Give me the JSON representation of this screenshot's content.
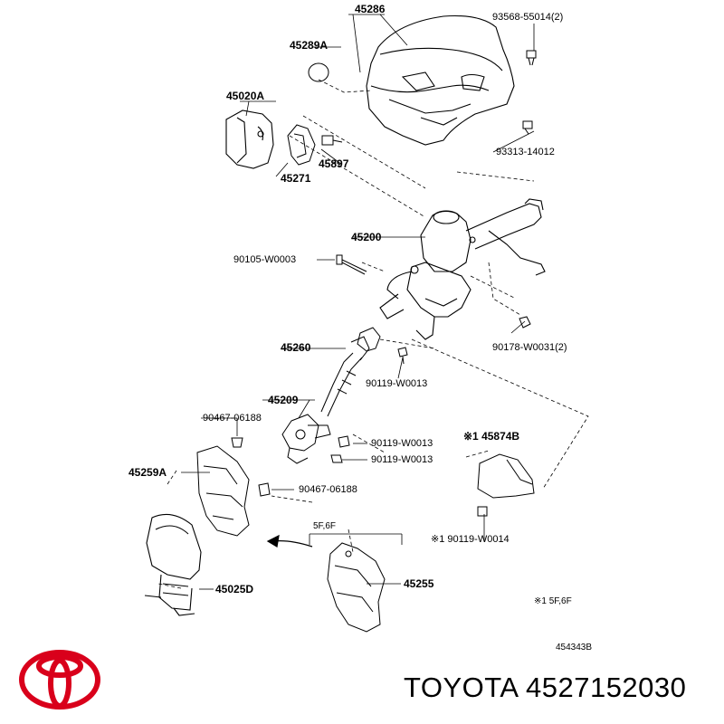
{
  "parts": {
    "p45286": "45286",
    "p45289A": "45289A",
    "p93568": "93568-55014(2)",
    "p45020A": "45020A",
    "p93313": "93313-14012",
    "p45897": "45897",
    "p45271": "45271",
    "p45200": "45200",
    "p90105": "90105-W0003",
    "p90178": "90178-W0031(2)",
    "p45260": "45260",
    "p90119a": "90119-W0013",
    "p45209": "45209",
    "p90467a": "90467-06188",
    "p90119b": "90119-W0013",
    "p90119c": "90119-W0013",
    "p45874B": "※1 45874B",
    "p45259A": "45259A",
    "p90467b": "90467-06188",
    "p5F6F": "5F,6F",
    "p90119d": "※1 90119-W0014",
    "p45255": "45255",
    "p45025D": "45025D",
    "note": "※1 5F,6F",
    "diagram_id": "454343B"
  },
  "brand": {
    "text": "TOYOTA 4527152030",
    "logo": "toyota-logo",
    "logo_color": "#d9001b"
  }
}
